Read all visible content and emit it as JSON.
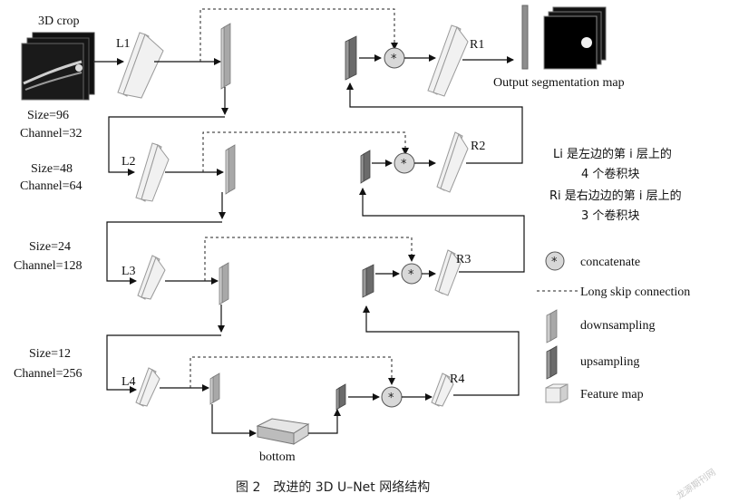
{
  "input": {
    "label": "3D crop"
  },
  "encoder": [
    {
      "name": "L1",
      "size": "Size=96",
      "channel": "Channel=32"
    },
    {
      "name": "L2",
      "size": "Size=48",
      "channel": "Channel=64"
    },
    {
      "name": "L3",
      "size": "Size=24",
      "channel": "Channel=128"
    },
    {
      "name": "L4",
      "size": "Size=12",
      "channel": "Channel=256"
    }
  ],
  "bottom": {
    "label": "bottom"
  },
  "decoder": [
    {
      "name": "R1"
    },
    {
      "name": "R2"
    },
    {
      "name": "R3"
    },
    {
      "name": "R4"
    }
  ],
  "output": {
    "label": "Output segmentation map"
  },
  "notes": {
    "line1": "Li 是左边的第 i 层上的",
    "line2": "4 个卷积块",
    "line3": "Ri 是右边边的第 i 层上的",
    "line4": "3 个卷积块"
  },
  "legend": {
    "concatenate": "concatenate",
    "skip": "Long skip connection",
    "downsampling": "downsampling",
    "upsampling": "upsampling",
    "feature": "Feature map",
    "concat_symbol": "*"
  },
  "caption": "图 2　改进的 3D U–Net 网络结构",
  "watermark": "龙源期刊网"
}
